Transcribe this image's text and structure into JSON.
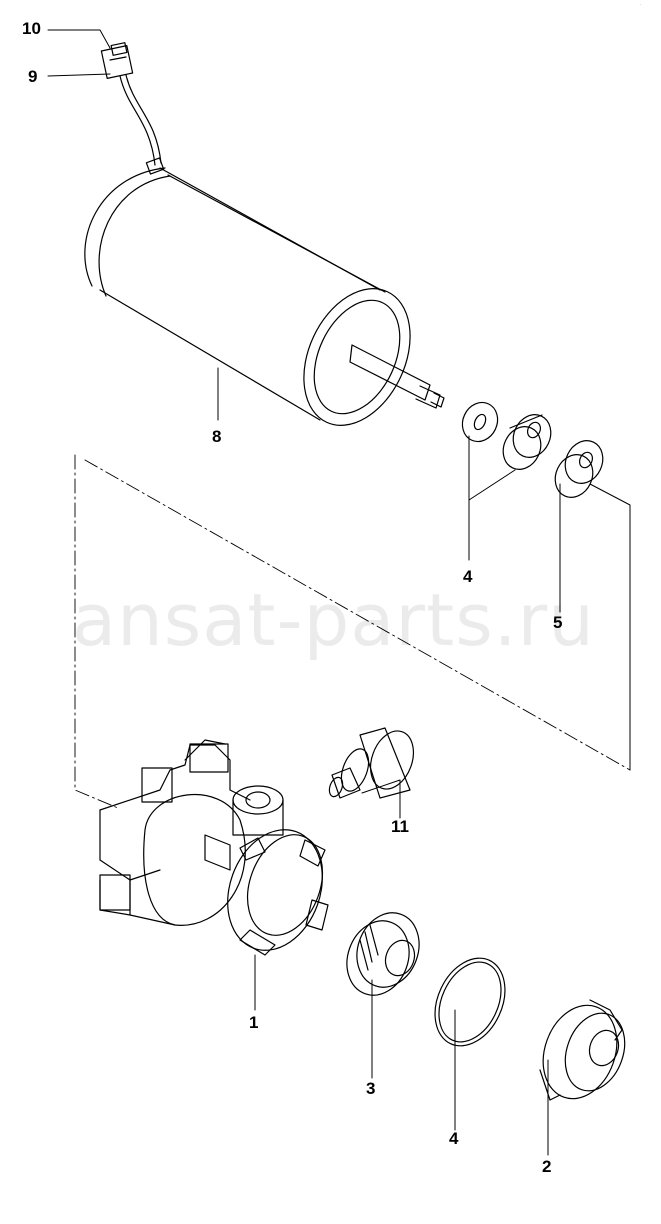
{
  "watermark": "ansat-parts.ru",
  "labels": {
    "p10": "10",
    "p9": "9",
    "p8": "8",
    "p4a": "4",
    "p5": "5",
    "p11": "11",
    "p1": "1",
    "p3": "3",
    "p4b": "4",
    "p2": "2"
  },
  "colors": {
    "line": "#000000",
    "background": "#ffffff"
  }
}
